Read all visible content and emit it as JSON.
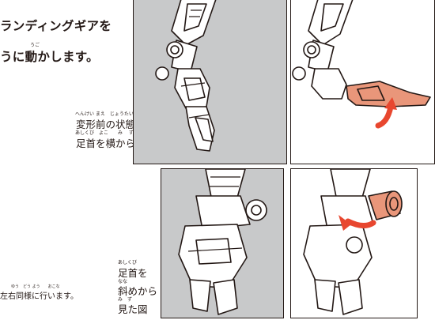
{
  "heading": {
    "line1": "ランディングギアを",
    "line2": "うに動かします。",
    "line2_ruby": "うご"
  },
  "caption_side": {
    "line1": "変形前の状態",
    "line1_ruby": "へんけい まえ　じょうたい",
    "line2": "足首を横から見た図",
    "line2_ruby": "あしくび　よこ　　み　 ず"
  },
  "caption_oblique": {
    "line1": "足首を",
    "line1_ruby": "あしくび",
    "line2": "斜めから",
    "line2_ruby": "なな",
    "line3": "見た図",
    "line3_ruby": "み　ず"
  },
  "footer_note": {
    "text": "左右同様に行います。",
    "ruby": "ゆう　どう よう　　おこな"
  },
  "colors": {
    "panel_bg": "#c8c9ca",
    "line": "#231815",
    "highlight_part": "#e9967a",
    "arrow": "#e8472f"
  }
}
